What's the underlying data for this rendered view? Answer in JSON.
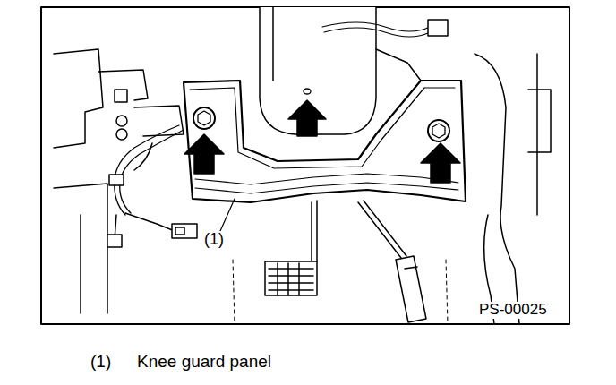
{
  "diagram": {
    "labels": [
      "(1)",
      "PS-00025",
      "(1)",
      "Knee guard panel"
    ]
  }
}
